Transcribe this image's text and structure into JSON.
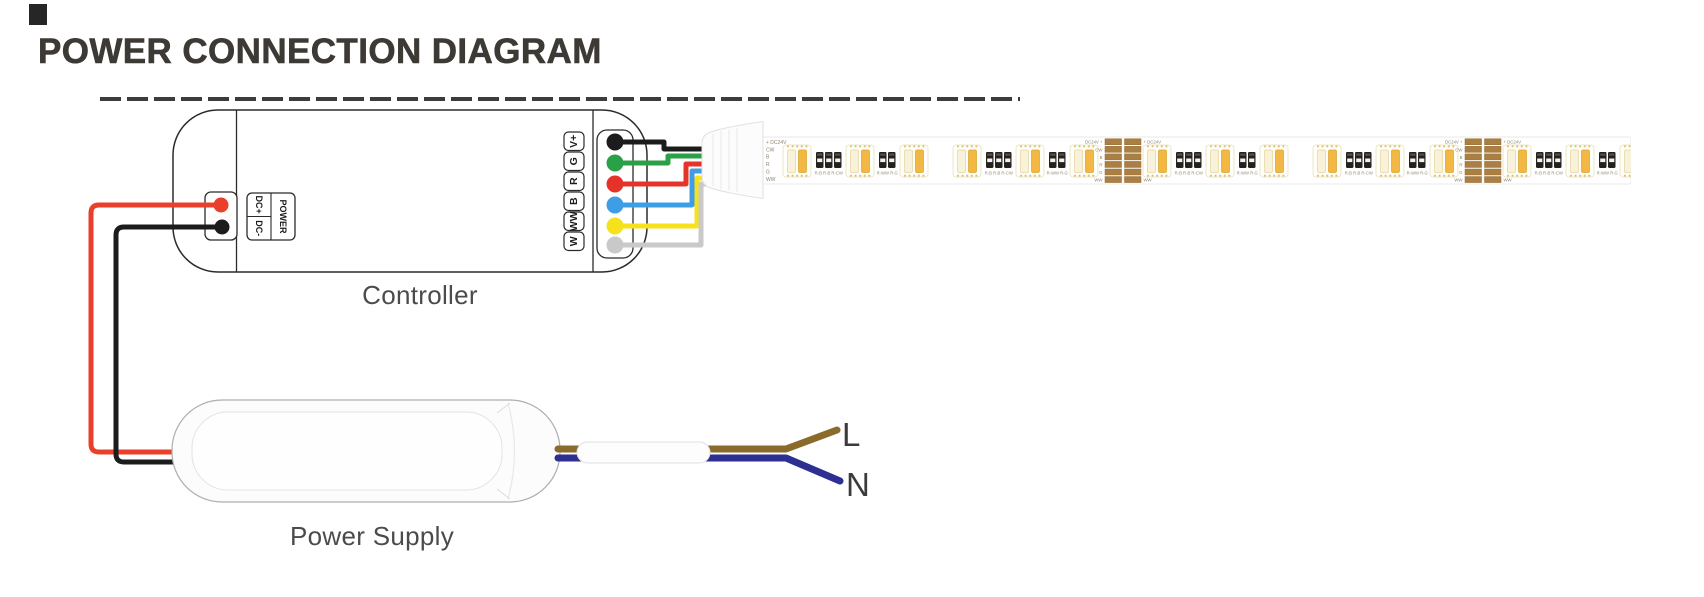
{
  "title": "POWER CONNECTION DIAGRAM",
  "controller": {
    "label": "Controller",
    "power_input": {
      "label": "POWER",
      "terminals": [
        {
          "label": "DC+",
          "dot_color": "#e8402a"
        },
        {
          "label": "DC-",
          "dot_color": "#1c1c1c"
        }
      ]
    },
    "output_terminals": [
      {
        "label": "V+",
        "wire": "black",
        "color": "#1c1c1c"
      },
      {
        "label": "G",
        "wire": "green",
        "color": "#2aa147"
      },
      {
        "label": "R",
        "wire": "red",
        "color": "#e5332a"
      },
      {
        "label": "B",
        "wire": "blue",
        "color": "#3e9de5"
      },
      {
        "label": "WW",
        "wire": "yellow",
        "color": "#f5e11c"
      },
      {
        "label": "W",
        "wire": "white",
        "color": "#c9c9c9"
      }
    ]
  },
  "led_strip": {
    "end_labels": [
      "+ DC24V",
      "CW",
      "B",
      "R",
      "G",
      "WW"
    ],
    "cut_point_labels_left": [
      "DC24V +",
      "CW",
      "B",
      "R",
      "G",
      "WW"
    ],
    "cut_point_labels_right": [
      "+ DC24V",
      "CW",
      "B",
      "R",
      "G",
      "WW"
    ],
    "resistor_labels": {
      "group_of_3": "R-B R-B R-CW",
      "group_of_2": "R-WW R-G"
    },
    "pad_color": "#ab7f41",
    "led_bar_colors": [
      "#f9f2da",
      "#f2b843"
    ]
  },
  "power_supply": {
    "label": "Power Supply",
    "dc_output_wires": [
      {
        "name": "DC positive",
        "color": "#e8402a"
      },
      {
        "name": "DC negative",
        "color": "#1c1c1c"
      }
    ],
    "mains_wires": [
      {
        "label": "L",
        "name": "live",
        "color": "#8a6b2b"
      },
      {
        "label": "N",
        "name": "neutral",
        "color": "#2d2f91"
      }
    ]
  }
}
